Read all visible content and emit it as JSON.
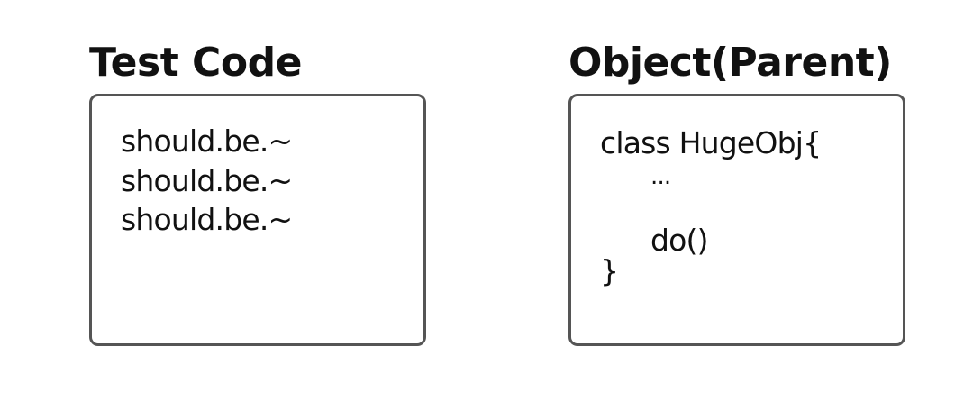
{
  "panels": {
    "left": {
      "title": "Test Code",
      "lines": [
        "should.be.~",
        "should.be.~",
        "should.be.~"
      ]
    },
    "right": {
      "title": "Object(Parent)",
      "lines": [
        "class HugeObj{",
        "...",
        "do()",
        "}"
      ]
    }
  },
  "colors": {
    "text": "#111111",
    "border": "#555555",
    "background": "#ffffff"
  }
}
